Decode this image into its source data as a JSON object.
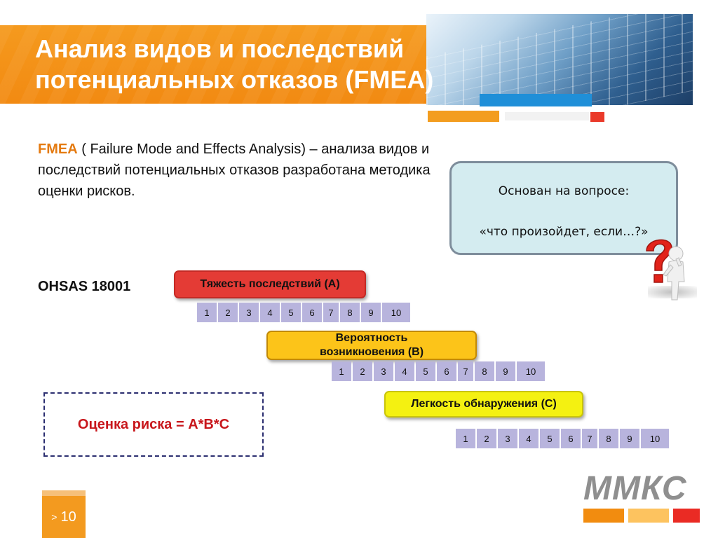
{
  "slide": {
    "title_line1": "Анализ видов и последствий",
    "title_line2": "потенциальных отказов (FMEA)"
  },
  "intro": {
    "term": "FMEA",
    "text": " ( Failure Mode and Effects Analysis) – анализа видов и последствий потенциальных отказов разработана методика оценки рисков."
  },
  "callout": {
    "line1": "Основан на вопросе:",
    "line2": "«что произойдет, если…?»"
  },
  "standard": "OHSAS 18001",
  "categories": {
    "a": "Тяжесть последствий (А)",
    "b": "Вероятность возникновения (В)",
    "c": "Легкость обнаружения (С)"
  },
  "scale": [
    "1",
    "2",
    "3",
    "4",
    "5",
    "6",
    "7",
    "8",
    "9",
    "10"
  ],
  "risk_formula": "Оценка риска = А*В*С",
  "page": {
    "arrow": ">",
    "number": "10"
  },
  "logo": {
    "text": "ММКС"
  },
  "colors": {
    "header_orange": "#f28a12",
    "term_orange": "#e47a10",
    "severity_red": "#e43b35",
    "probability_amber": "#fcc419",
    "detection_yellow": "#f4f111",
    "scale_cell": "#b8b4dd",
    "formula_red": "#c8171c"
  },
  "icons": {
    "question_figure": "question-mark-person-icon"
  }
}
